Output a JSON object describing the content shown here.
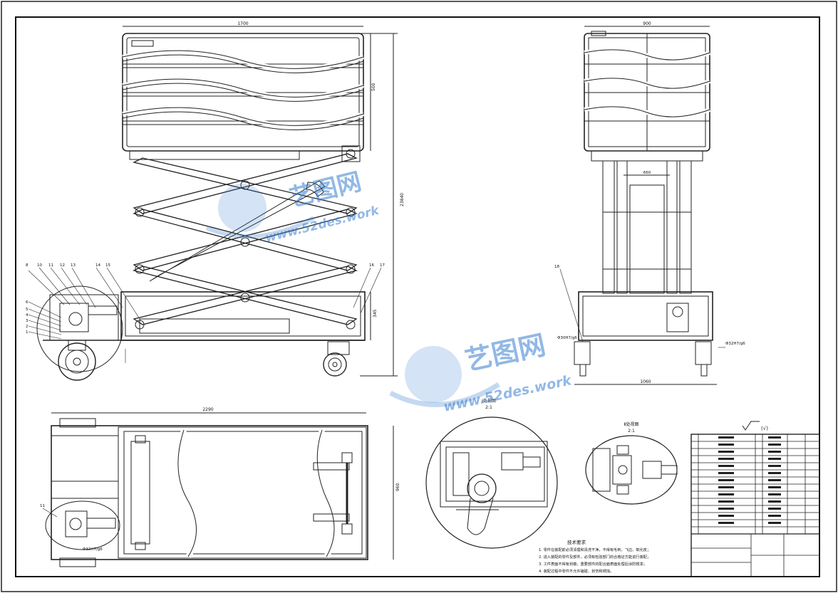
{
  "front_view": {
    "dim_width": "1700",
    "dim_height_upper": "500",
    "dim_height_total": "23840",
    "dim_base": "345",
    "balloons_left": [
      "8",
      "10",
      "11",
      "12",
      "13",
      "14",
      "15"
    ],
    "balloons_left_stack": [
      "6",
      "5",
      "4",
      "3",
      "2",
      "1"
    ],
    "balloons_right": [
      "16",
      "17"
    ]
  },
  "side_view": {
    "dim_top": "900",
    "dim_mid": "660",
    "dim_bottom": "1060",
    "fit_left": "Φ30H7/g6",
    "fit_right": "Φ32H7/g6",
    "balloon": "18"
  },
  "plan_view": {
    "dim_length": "2290",
    "dim_width": "960",
    "balloon": "11",
    "fit": "Φ32H7/g6"
  },
  "detail_a": {
    "title": "Ⅰ处视图",
    "scale": "2:1"
  },
  "detail_b": {
    "title": "Ⅱ处视图",
    "scale": "2:1"
  },
  "roughness": "(√)",
  "tech_req": {
    "title": "技术要求",
    "items": [
      "1. 零件在装配前必须清理和清洗干净，不得有毛刺、飞边、氧化皮；",
      "2. 进入装配的零件及部件，必须有检验部门的合格证方能进行装配；",
      "3. 工件表面不得有划痕，重要部件的配合面表面处理后涂防锈漆；",
      "4. 装配过程中零件不允许磕碰、划伤和锈蚀。"
    ]
  },
  "watermark": {
    "brand": "艺图网",
    "url": "www.52des.work"
  }
}
